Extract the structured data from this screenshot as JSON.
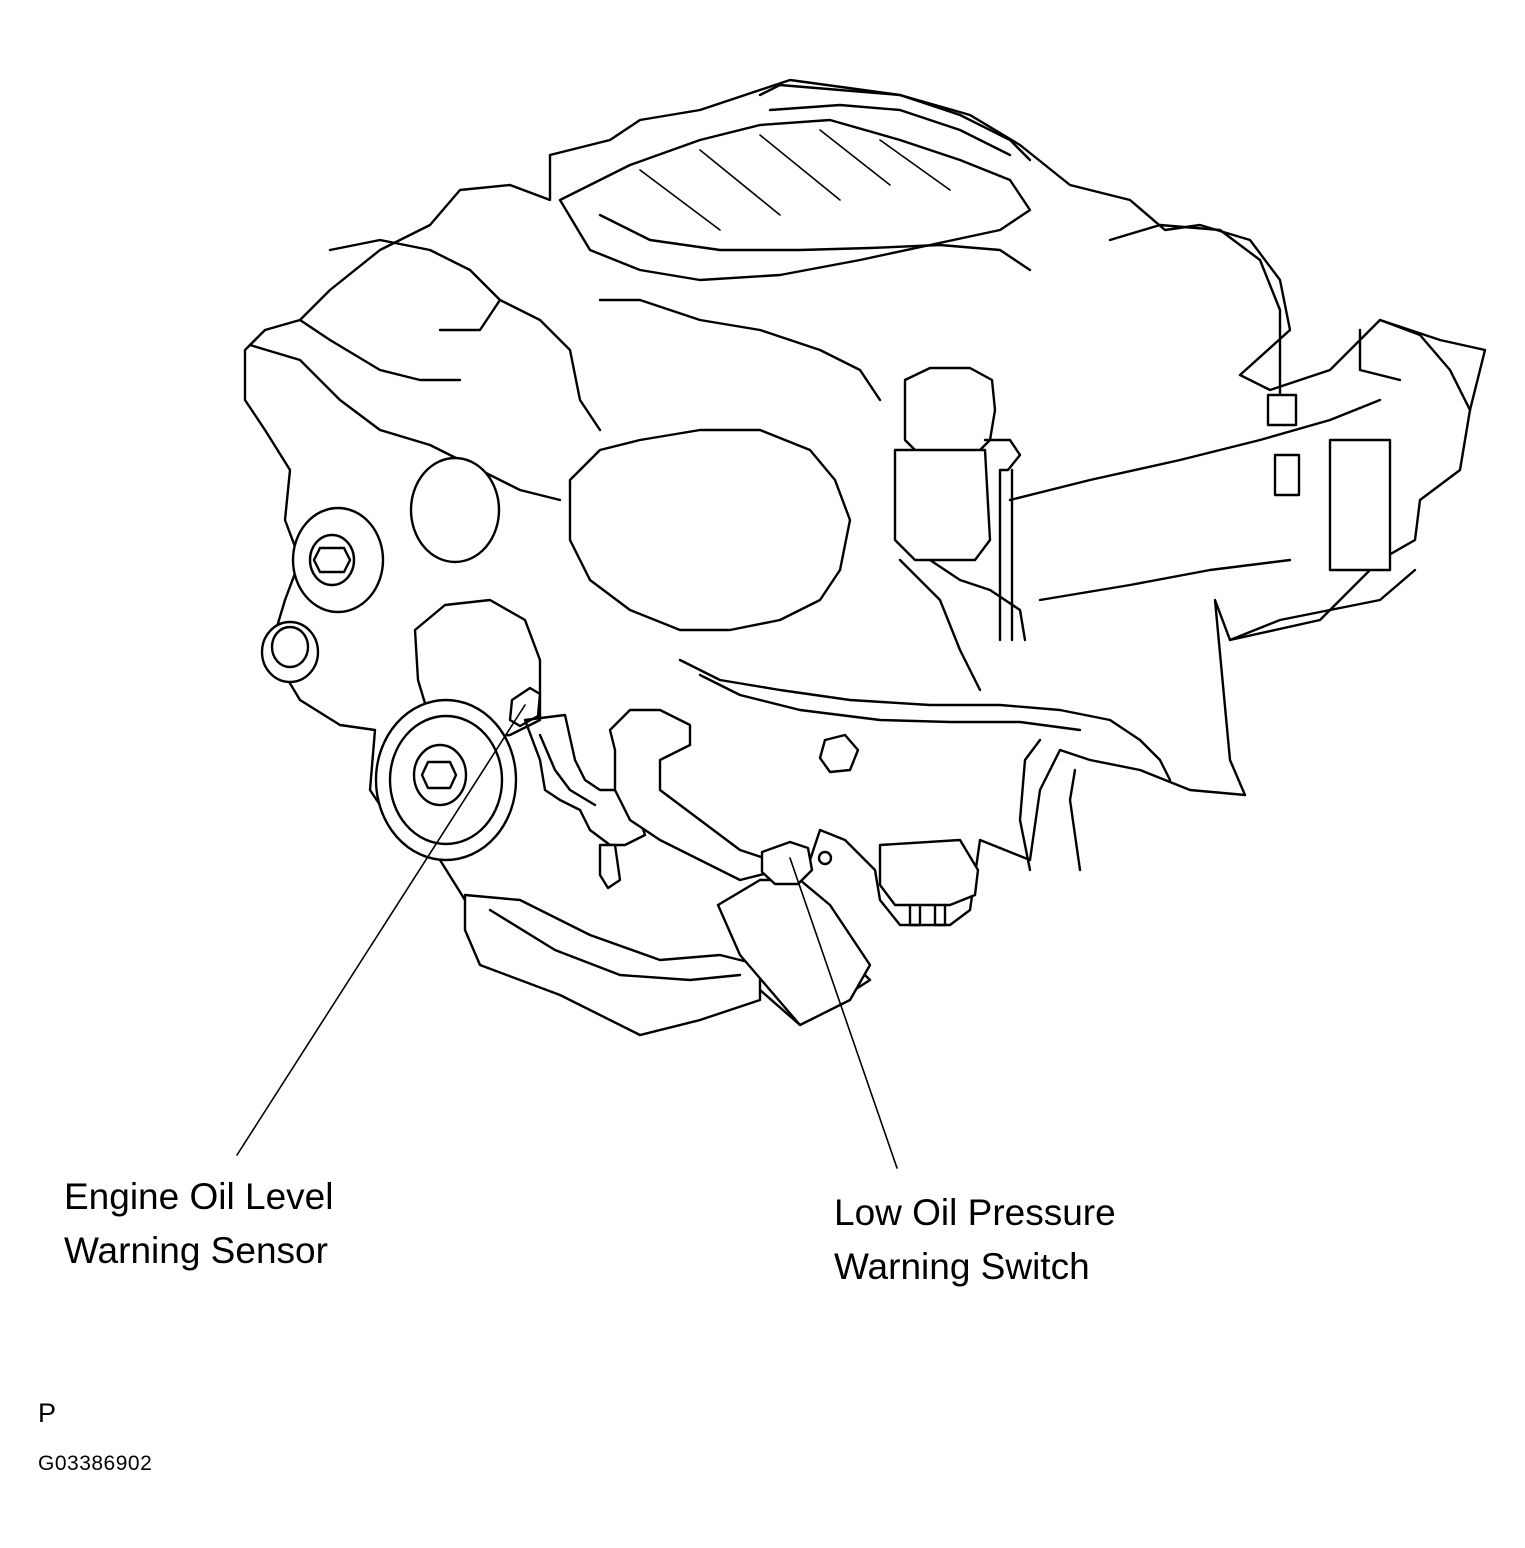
{
  "callouts": {
    "oil_level_sensor": {
      "line1": "Engine Oil Level",
      "line2": "Warning Sensor"
    },
    "oil_pressure_switch": {
      "line1": "Low Oil Pressure",
      "line2": "Warning Switch"
    }
  },
  "view_code": "P",
  "figure_id": "G03386902",
  "colors": {
    "line": "#000000",
    "background": "#ffffff"
  }
}
